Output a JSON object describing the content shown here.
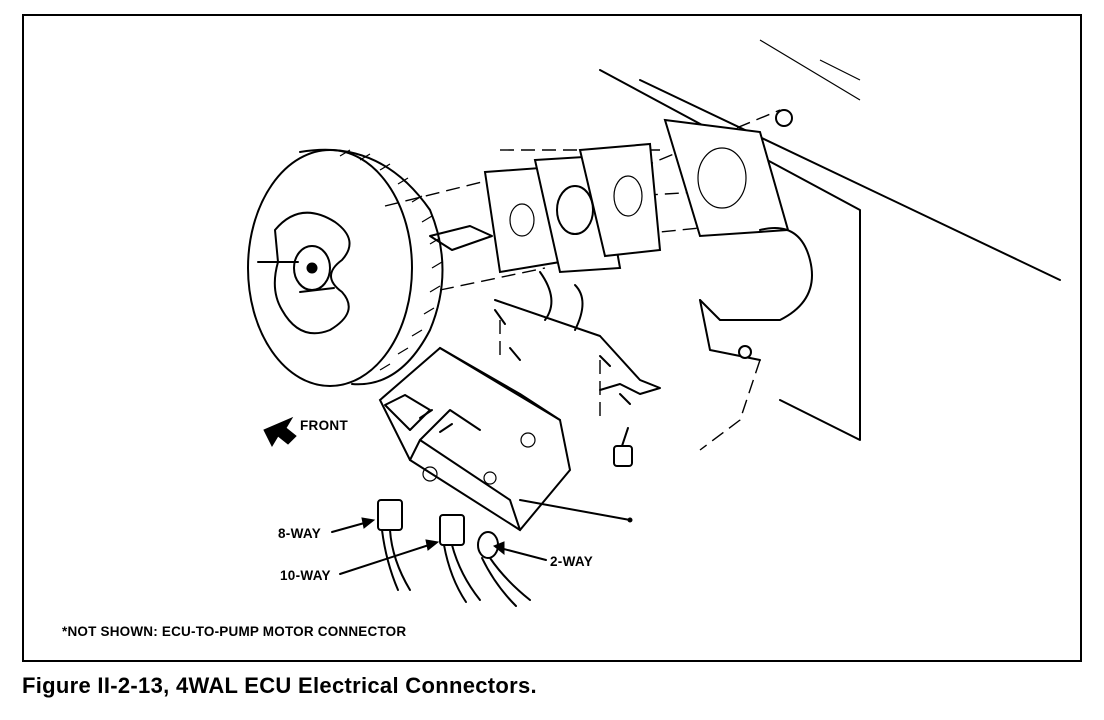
{
  "labels": {
    "front": "FRONT",
    "eight_way": "8-WAY",
    "ten_way": "10-WAY",
    "two_way": "2-WAY"
  },
  "footnote": "*NOT SHOWN: ECU-TO-PUMP MOTOR CONNECTOR",
  "caption": "Figure II-2-13, 4WAL ECU Electrical Connectors."
}
